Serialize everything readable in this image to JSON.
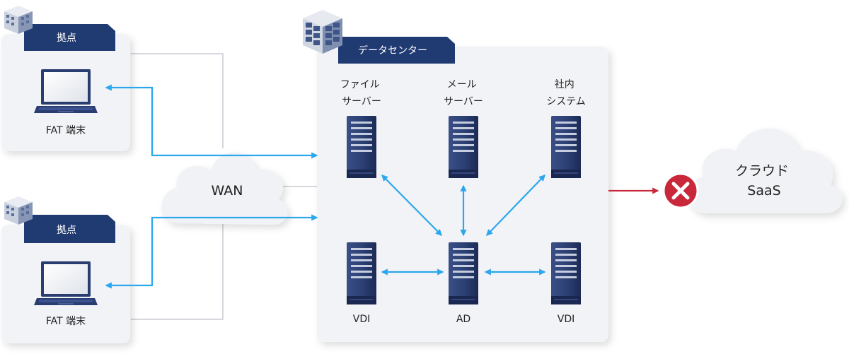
{
  "sites": [
    {
      "tab_label": "拠点",
      "device_label": "FAT 端末"
    },
    {
      "tab_label": "拠点",
      "device_label": "FAT 端末"
    }
  ],
  "wan": {
    "label": "WAN"
  },
  "datacenter": {
    "tab_label": "データセンター",
    "servers": {
      "file": {
        "line1": "ファイル",
        "line2": "サーバー"
      },
      "mail": {
        "line1": "メール",
        "line2": "サーバー"
      },
      "system": {
        "line1": "社内",
        "line2": "システム"
      },
      "vdi_left": {
        "label": "VDI"
      },
      "ad": {
        "label": "AD"
      },
      "vdi_right": {
        "label": "VDI"
      }
    }
  },
  "cloud": {
    "line1": "クラウド",
    "line2": "SaaS"
  },
  "colors": {
    "tab_navy": "#203a72",
    "arrow_blue": "#2aa7ee",
    "blocked_red": "#c8283a",
    "server_navy": "#2a3d70",
    "panel_bg": "#f2f3f6"
  }
}
